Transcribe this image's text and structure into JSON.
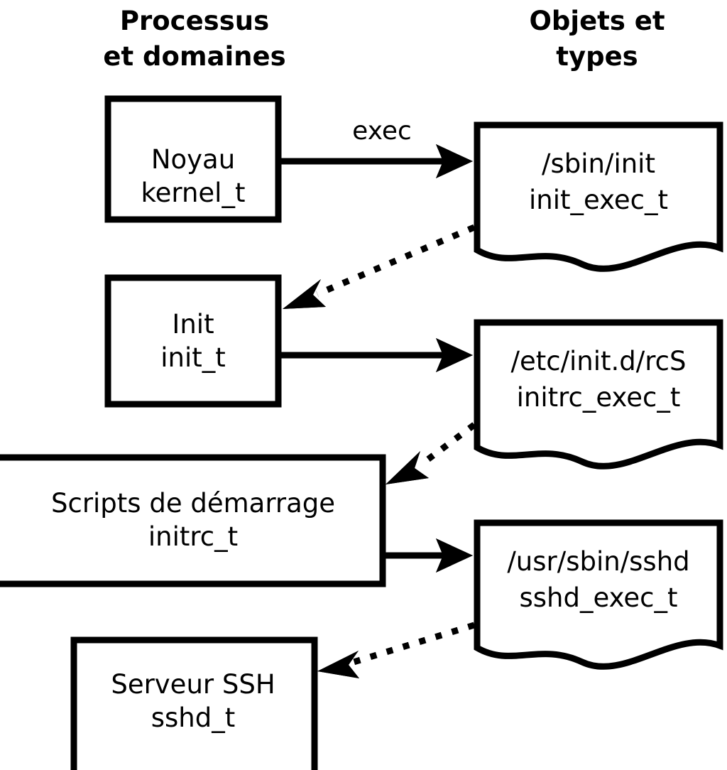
{
  "diagram": {
    "title_columns": {
      "left": {
        "line1": "Processus",
        "line2": "et domaines"
      },
      "right": {
        "line1": "Objets et",
        "line2": "types"
      }
    },
    "processes": [
      {
        "id": "kernel",
        "line1": "Noyau",
        "line2": "kernel_t"
      },
      {
        "id": "init",
        "line1": "Init",
        "line2": "init_t"
      },
      {
        "id": "initrc",
        "line1": "Scripts de démarrage",
        "line2": "initrc_t"
      },
      {
        "id": "sshd",
        "line1": "Serveur SSH",
        "line2": "sshd_t"
      }
    ],
    "objects": [
      {
        "id": "init_exec",
        "line1": "/sbin/init",
        "line2": "init_exec_t"
      },
      {
        "id": "initrc_exec",
        "line1": "/etc/init.d/rcS",
        "line2": "initrc_exec_t"
      },
      {
        "id": "sshd_exec",
        "line1": "/usr/sbin/sshd",
        "line2": "sshd_exec_t"
      }
    ],
    "edges": [
      {
        "id": "kernel-exec-initexec",
        "from": "kernel",
        "to": "init_exec",
        "style": "solid",
        "label": "exec"
      },
      {
        "id": "initexec-transition-init",
        "from": "init_exec",
        "to": "init",
        "style": "dotted",
        "label": ""
      },
      {
        "id": "init-exec-initrcexec",
        "from": "init",
        "to": "initrc_exec",
        "style": "solid",
        "label": ""
      },
      {
        "id": "initrcexec-transition-initrc",
        "from": "initrc_exec",
        "to": "initrc",
        "style": "dotted",
        "label": ""
      },
      {
        "id": "initrc-exec-sshdexec",
        "from": "initrc",
        "to": "sshd_exec",
        "style": "solid",
        "label": ""
      },
      {
        "id": "sshdexec-transition-sshd",
        "from": "sshd_exec",
        "to": "sshd",
        "style": "dotted",
        "label": ""
      }
    ],
    "colors": {
      "background": "#ffffff",
      "stroke": "#000000",
      "text": "#000000"
    }
  }
}
